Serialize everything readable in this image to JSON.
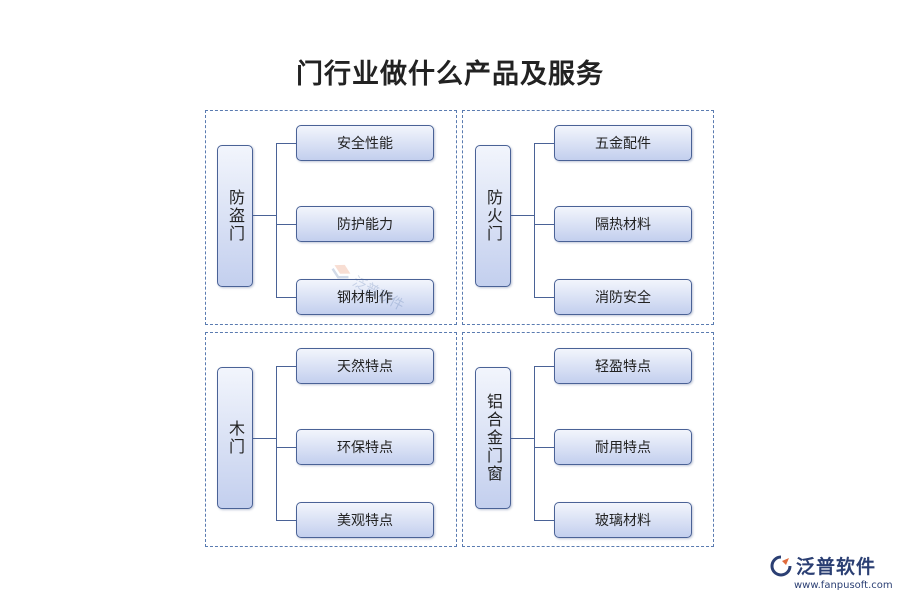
{
  "title": "门行业做什么产品及服务",
  "groups": [
    {
      "main": "防盗门",
      "items": [
        "安全性能",
        "防护能力",
        "钢材制作"
      ]
    },
    {
      "main": "防火门",
      "items": [
        "五金配件",
        "隔热材料",
        "消防安全"
      ]
    },
    {
      "main": "木门",
      "items": [
        "天然特点",
        "环保特点",
        "美观特点"
      ]
    },
    {
      "main": "铝合金门窗",
      "items": [
        "轻盈特点",
        "耐用特点",
        "玻璃材料"
      ]
    }
  ],
  "logo": {
    "name": "泛普软件",
    "url": "www.fanpusoft.com"
  },
  "colors": {
    "border": "#4a6296",
    "box_fill_top": "#f2f5fc",
    "box_fill_bottom": "#c3cfee",
    "dashed": "#5a7bb0"
  }
}
